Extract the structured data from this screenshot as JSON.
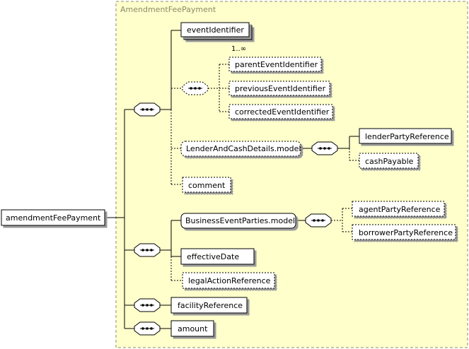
{
  "panel": {
    "title": "AmendmentFeePayment"
  },
  "root": {
    "label": "amendmentFeePayment"
  },
  "elements": {
    "event_identifier": "eventIdentifier",
    "event_identifier_cardinality": "1..∞",
    "parent_event_identifier": "parentEventIdentifier",
    "previous_event_identifier": "previousEventIdentifier",
    "corrected_event_identifier": "correctedEventIdentifier",
    "lender_and_cash_details_model": "LenderAndCashDetails.model",
    "lender_party_reference": "lenderPartyReference",
    "cash_payable": "cashPayable",
    "comment": "comment",
    "business_event_parties_model": "BusinessEventParties.model",
    "agent_party_reference": "agentPartyReference",
    "borrower_party_reference": "borrowerPartyReference",
    "effective_date": "effectiveDate",
    "legal_action_reference": "legalActionReference",
    "facility_reference": "facilityReference",
    "amount": "amount"
  },
  "colors": {
    "panel_fill": "#ffffcc",
    "panel_border": "#8c8c6e",
    "node_fill": "#ffffff",
    "line": "#000000"
  }
}
